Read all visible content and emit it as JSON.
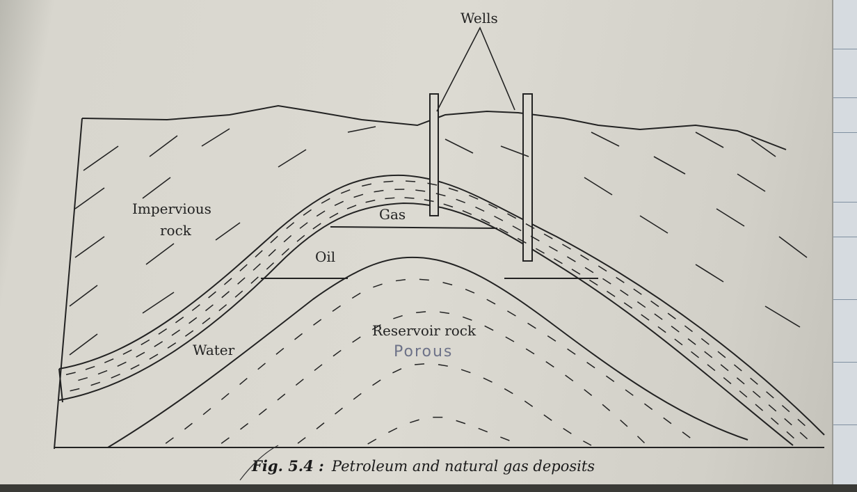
{
  "diagram": {
    "labels": {
      "wells": "Wells",
      "impervious_1": "Impervious",
      "impervious_2": "rock",
      "gas": "Gas",
      "oil": "Oil",
      "reservoir": "Reservoir rock",
      "porous_handwritten": "Porous",
      "water": "Water"
    },
    "caption": {
      "fig": "Fig. 5.4 :",
      "text": "Petroleum and natural gas deposits"
    }
  },
  "colors": {
    "ink": "#222222",
    "paper": "#dcdad2",
    "pencil": "#6d7288"
  }
}
